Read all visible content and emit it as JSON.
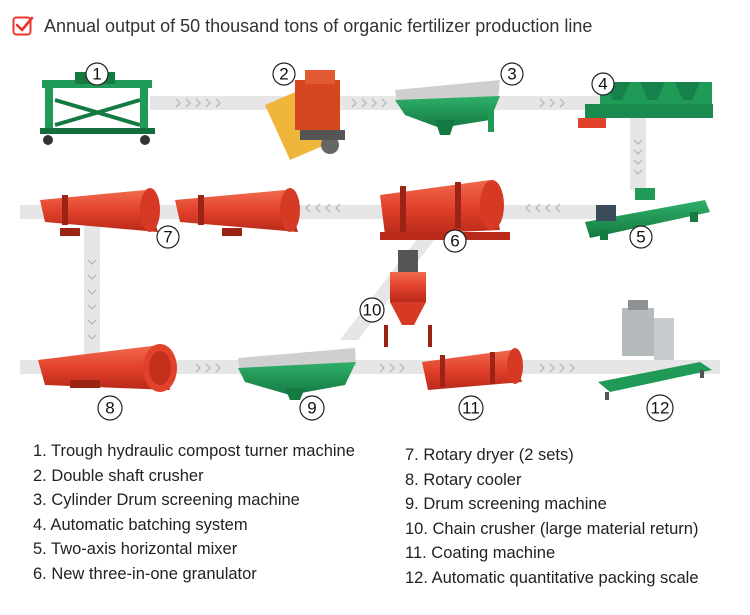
{
  "title": "Annual output of 50 thousand tons of organic fertilizer production line",
  "icon": "checkbox-checked-icon",
  "accent": "#e8362d",
  "machines": [
    {
      "num": "1",
      "name": "Trough hydraulic compost turner machine",
      "color": "#1f9a57"
    },
    {
      "num": "2",
      "name": "Double shaft crusher",
      "color": "#e9a12a"
    },
    {
      "num": "3",
      "name": "Cylinder Drum screening machine",
      "color": "#1f9a57"
    },
    {
      "num": "4",
      "name": "Automatic batching system",
      "color": "#1f9a57"
    },
    {
      "num": "5",
      "name": "Two-axis horizontal mixer",
      "color": "#1f9a57"
    },
    {
      "num": "6",
      "name": "New three-in-one granulator",
      "color": "#e2412b"
    },
    {
      "num": "7",
      "name": "Rotary dryer (2 sets)",
      "color": "#e2412b"
    },
    {
      "num": "8",
      "name": "Rotary cooler",
      "color": "#e2412b"
    },
    {
      "num": "9",
      "name": "Drum screening machine",
      "color": "#1f9a57"
    },
    {
      "num": "10",
      "name": "Chain crusher (large material return)",
      "color": "#e2412b"
    },
    {
      "num": "11",
      "name": "Coating machine",
      "color": "#e2412b"
    },
    {
      "num": "12",
      "name": "Automatic quantitative packing scale",
      "color": "#9aa0a4"
    }
  ],
  "legend_left": [
    "1. Trough hydraulic compost turner machine",
    "2. Double shaft crusher",
    "3. Cylinder Drum screening machine",
    "4. Automatic batching system",
    "5. Two-axis horizontal mixer",
    "6. New three-in-one granulator"
  ],
  "legend_right": [
    "7. Rotary dryer (2 sets)",
    "8. Rotary cooler",
    "9. Drum screening machine",
    "10. Chain crusher (large material return)",
    "11. Coating machine",
    "12. Automatic quantitative packing scale"
  ]
}
